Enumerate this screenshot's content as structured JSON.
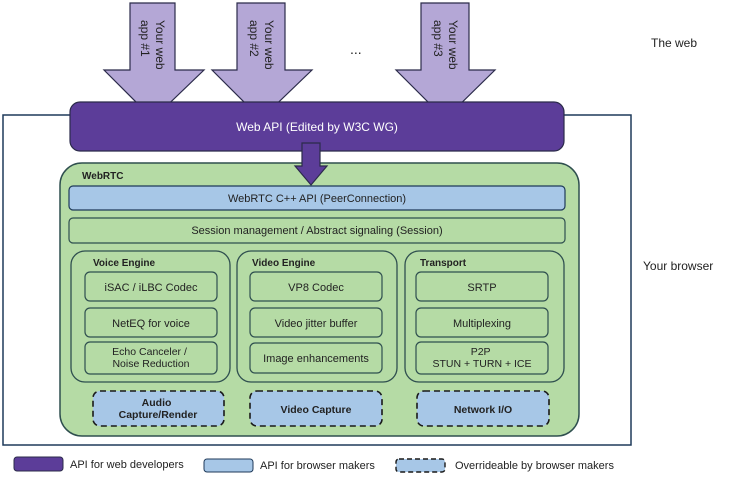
{
  "labels": {
    "the_web": "The web",
    "your_browser": "Your browser",
    "ellipsis": "...",
    "apps": [
      {
        "line1": "Your web",
        "line2": "app #1"
      },
      {
        "line1": "Your web",
        "line2": "app #2"
      },
      {
        "line1": "Your web",
        "line2": "app #3"
      }
    ]
  },
  "web_api": "Web API (Edited by W3C WG)",
  "webrtc": {
    "title": "WebRTC",
    "cpp_api": "WebRTC C++ API (PeerConnection)",
    "session": "Session management / Abstract signaling (Session)",
    "voice_engine": {
      "title": "Voice Engine",
      "items": [
        "iSAC / iLBC Codec",
        "NetEQ for voice"
      ],
      "item3_line1": "Echo Canceler /",
      "item3_line2": "Noise Reduction"
    },
    "video_engine": {
      "title": "Video Engine",
      "items": [
        "VP8 Codec",
        "Video jitter buffer",
        "Image enhancements"
      ]
    },
    "transport": {
      "title": "Transport",
      "items": [
        "SRTP",
        "Multiplexing"
      ],
      "item3_line1": "P2P",
      "item3_line2": "STUN + TURN + ICE"
    },
    "audio_capture_line1": "Audio",
    "audio_capture_line2": "Capture/Render",
    "video_capture": "Video Capture",
    "network_io": "Network I/O"
  },
  "legend": {
    "api_web": "API for web developers",
    "api_browser": "API for browser makers",
    "overrideable": "Overrideable by browser makers"
  },
  "colors": {
    "purple_dark": "#5c3d99",
    "purple_light": "#b4a7d6",
    "green_fill": "#b5dba5",
    "green_stroke": "#2f4f4f",
    "blue_fill": "#a7c7e7",
    "outline": "#1f3a5a"
  }
}
